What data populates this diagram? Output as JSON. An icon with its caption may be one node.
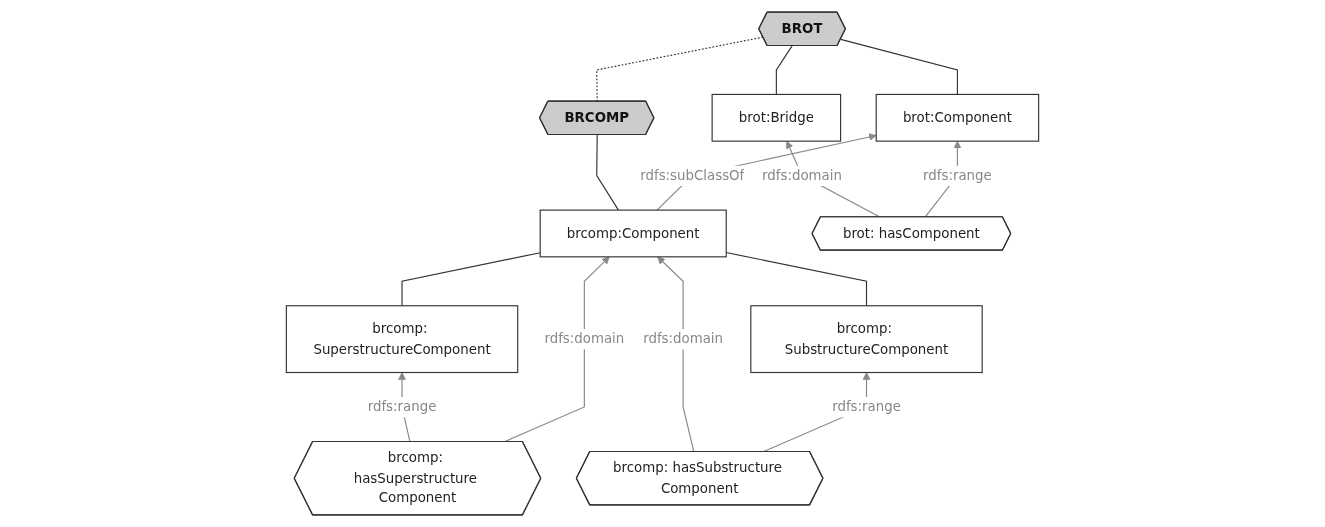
{
  "diagram": {
    "nodes": [
      {
        "text": [
          "BROT"
        ]
      },
      {
        "text": [
          "BRCOMP"
        ]
      },
      {
        "text": [
          "brot:Bridge"
        ]
      },
      {
        "text": [
          "brot:Component"
        ]
      },
      {
        "text": [
          "brcomp:Component"
        ]
      },
      {
        "text": [
          "brot: hasComponent"
        ]
      },
      {
        "text": [
          "brcomp: SuperstructureComponent"
        ]
      },
      {
        "text": [
          "brcomp: SubstructureComponent"
        ]
      },
      {
        "text": [
          "brcomp: hasSuperstructure Component"
        ]
      },
      {
        "text": [
          "brcomp: hasSubstructure Component"
        ]
      }
    ],
    "edges": [
      {
        "from": 0,
        "to": 1,
        "arrow": "none",
        "style": "dashed",
        "color": "#333333"
      },
      {
        "from": 0,
        "to": 2,
        "arrow": "none",
        "color": "#333333"
      },
      {
        "from": 0,
        "to": 3,
        "arrow": "none",
        "color": "#333333"
      },
      {
        "from": 1,
        "to": 4,
        "arrow": "none",
        "color": "#333333"
      },
      {
        "from": 4,
        "to": 3,
        "arrow": "to",
        "label": "rdfs:subClassOf"
      },
      {
        "from": 5,
        "to": 2,
        "arrow": "to",
        "label": "rdfs:domain"
      },
      {
        "from": 5,
        "to": 3,
        "arrow": "to",
        "label": "rdfs:range"
      },
      {
        "from": 4,
        "to": 6,
        "arrow": "none",
        "color": "#333333"
      },
      {
        "from": 4,
        "to": 7,
        "arrow": "none",
        "color": "#333333"
      },
      {
        "from": 8,
        "to": 6,
        "arrow": "to",
        "label": "rdfs:range"
      },
      {
        "from": 8,
        "to": 4,
        "arrow": "to",
        "label": "rdfs:domain"
      },
      {
        "from": 9,
        "to": 4,
        "arrow": "to",
        "label": "rdfs:domain"
      },
      {
        "from": 9,
        "to": 7,
        "arrow": "to",
        "label": "rdfs:range"
      }
    ]
  }
}
